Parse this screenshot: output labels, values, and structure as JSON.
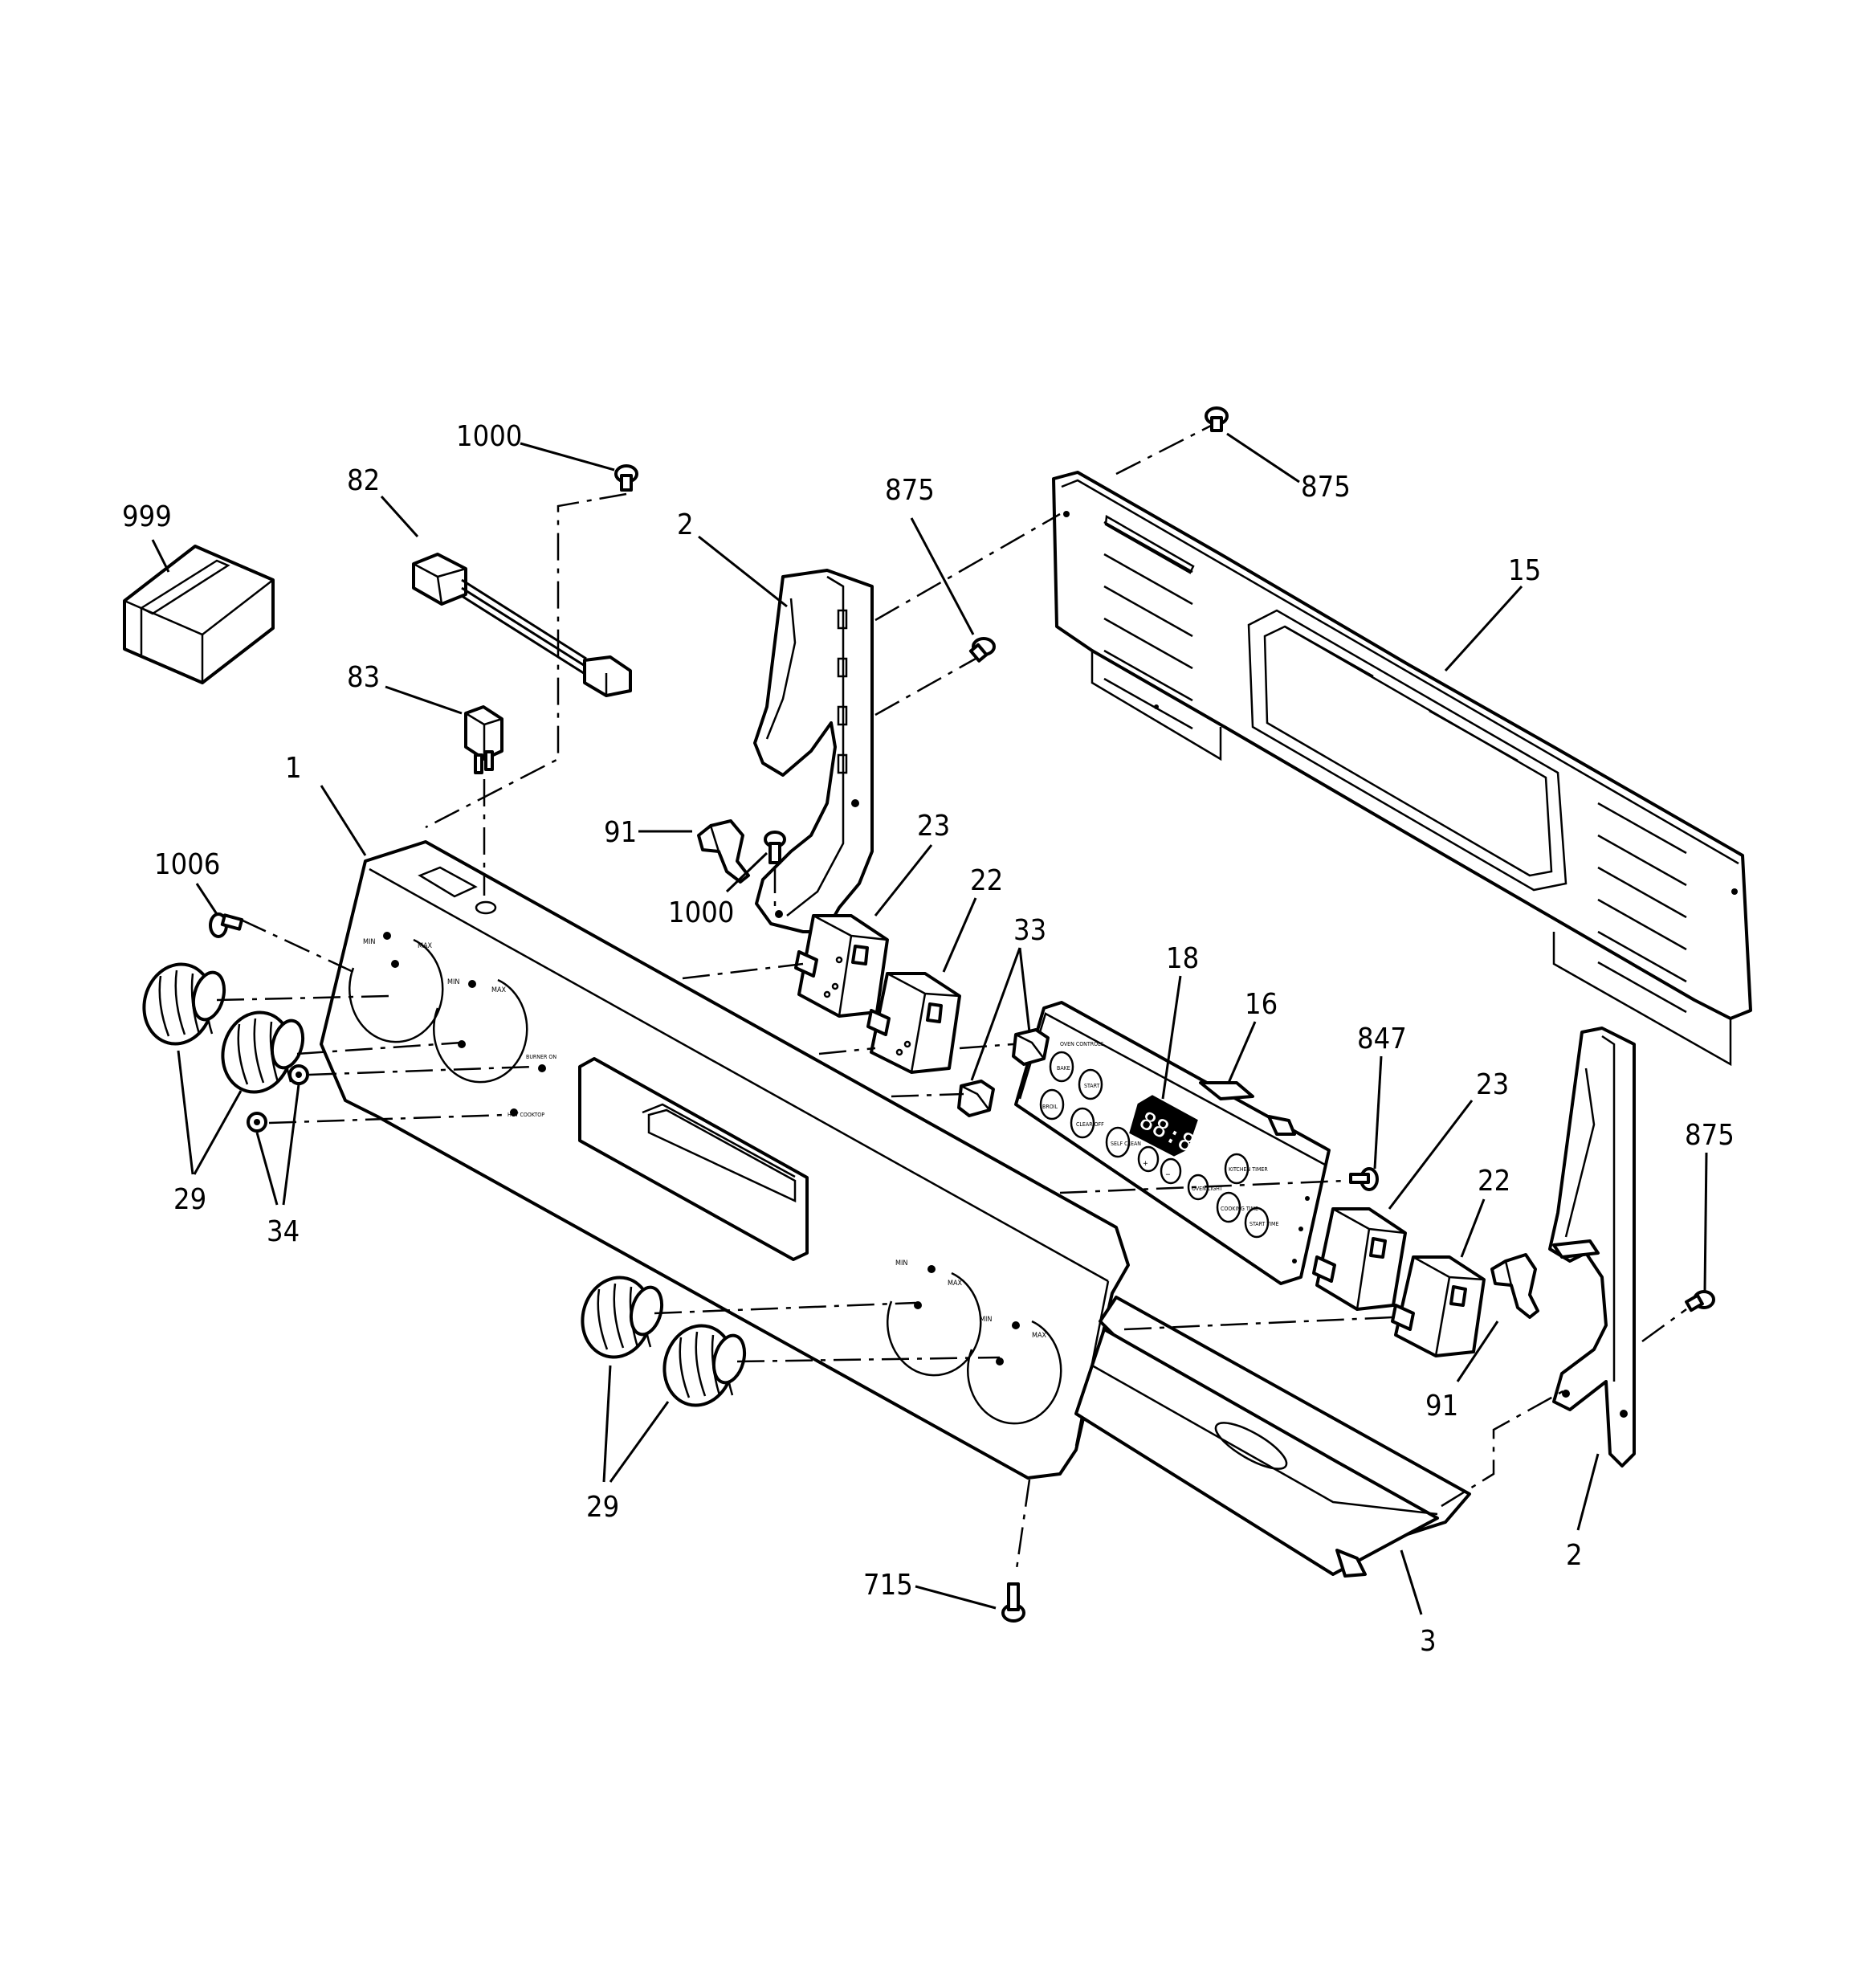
{
  "callouts": [
    {
      "id": "999",
      "label": "999"
    },
    {
      "id": "82",
      "label": "82"
    },
    {
      "id": "1000a",
      "label": "1000"
    },
    {
      "id": "83",
      "label": "83"
    },
    {
      "id": "2a",
      "label": "2"
    },
    {
      "id": "875a",
      "label": "875"
    },
    {
      "id": "875b",
      "label": "875"
    },
    {
      "id": "15",
      "label": "15"
    },
    {
      "id": "1",
      "label": "1"
    },
    {
      "id": "91a",
      "label": "91"
    },
    {
      "id": "1000b",
      "label": "1000"
    },
    {
      "id": "1006",
      "label": "1006"
    },
    {
      "id": "23a",
      "label": "23"
    },
    {
      "id": "22a",
      "label": "22"
    },
    {
      "id": "33",
      "label": "33"
    },
    {
      "id": "18",
      "label": "18"
    },
    {
      "id": "16",
      "label": "16"
    },
    {
      "id": "847",
      "label": "847"
    },
    {
      "id": "23b",
      "label": "23"
    },
    {
      "id": "22b",
      "label": "22"
    },
    {
      "id": "875c",
      "label": "875"
    },
    {
      "id": "29a",
      "label": "29"
    },
    {
      "id": "34",
      "label": "34"
    },
    {
      "id": "29b",
      "label": "29"
    },
    {
      "id": "91b",
      "label": "91"
    },
    {
      "id": "2b",
      "label": "2"
    },
    {
      "id": "715",
      "label": "715"
    },
    {
      "id": "3",
      "label": "3"
    }
  ],
  "panel_text": {
    "min": "MIN",
    "max": "MAX",
    "burner_on": "BURNER ON",
    "hot_surface": "HOT COOKTOP"
  },
  "controls_text": {
    "title": "OVEN CONTROLS",
    "bake": "BAKE",
    "broil": "BROIL",
    "start": "START",
    "clear_off": "CLEAR OFF",
    "self_clean": "SELF CLEAN",
    "timer": "KITCHEN TIMER",
    "cook_time": "COOKING TIME",
    "start_time": "START TIME",
    "oven_light": "OVEN LIGHT",
    "plus": "+",
    "minus": "−",
    "display": "88:88"
  }
}
